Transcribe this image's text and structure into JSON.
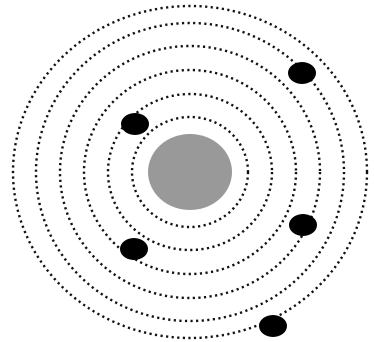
{
  "diagram": {
    "background_color": "#ffffff",
    "orbit_color": "#111111",
    "orbit_style": "dotted",
    "nucleus": {
      "fill": "#999999",
      "icon": "nucleus-icon"
    },
    "orbits": [
      {
        "name": "orbit-1"
      },
      {
        "name": "orbit-2"
      },
      {
        "name": "orbit-3"
      },
      {
        "name": "orbit-4"
      },
      {
        "name": "orbit-5"
      },
      {
        "name": "orbit-6"
      }
    ],
    "electrons": [
      {
        "name": "electron-1",
        "fill": "#000000",
        "icon": "electron-icon"
      },
      {
        "name": "electron-2",
        "fill": "#000000",
        "icon": "electron-icon"
      },
      {
        "name": "electron-3",
        "fill": "#000000",
        "icon": "electron-icon"
      },
      {
        "name": "electron-4",
        "fill": "#000000",
        "icon": "electron-icon"
      },
      {
        "name": "electron-5",
        "fill": "#000000",
        "icon": "electron-icon"
      }
    ]
  }
}
